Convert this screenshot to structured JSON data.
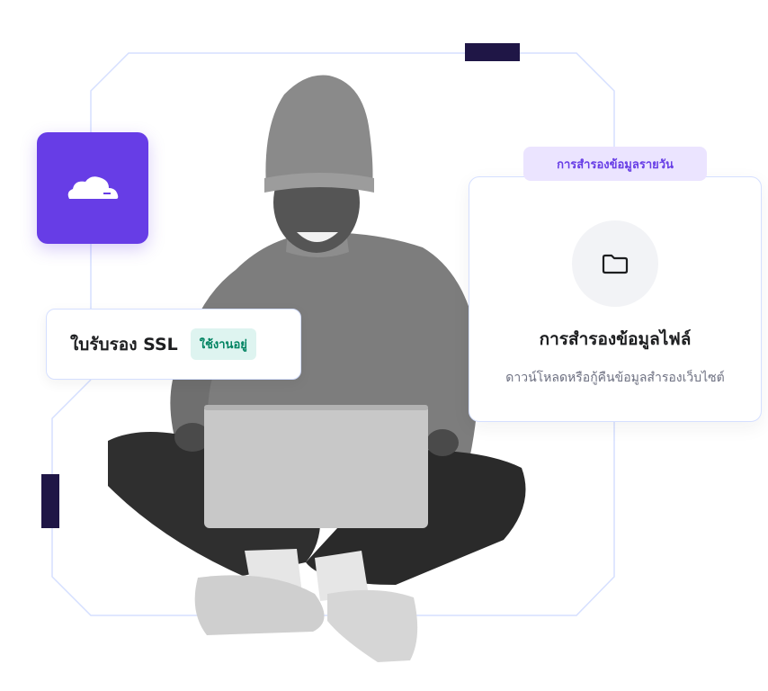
{
  "colors": {
    "brand_purple": "#673de6",
    "accent_dark": "#1f1646",
    "frame_line": "#d5dfff",
    "success_bg": "#def4f0",
    "success_text": "#008361",
    "pill_bg": "#ebe4ff"
  },
  "cloudflare_tile": {
    "icon": "cloud-icon"
  },
  "ssl_card": {
    "title": "ใบรับรอง SSL",
    "status": "ใช้งานอยู่"
  },
  "backup_card": {
    "pill": "การสำรองข้อมูลรายวัน",
    "icon": "folder-icon",
    "title": "การสำรองข้อมูลไฟล์",
    "description": "ดาวน์โหลดหรือกู้คืนข้อมูลสำรองเว็บไซต์"
  }
}
